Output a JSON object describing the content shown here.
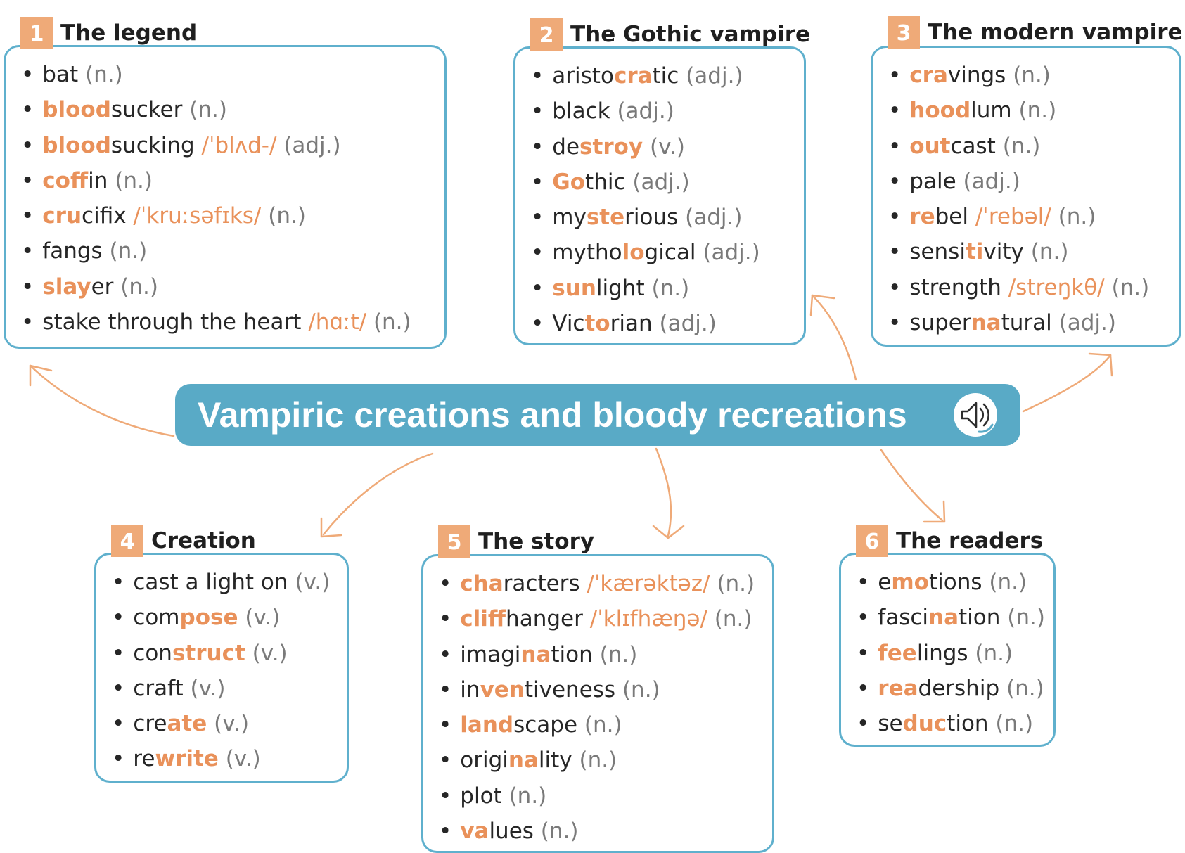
{
  "title": "Vampiric creations and bloody recreations",
  "audio_icon": "speaker-icon",
  "colors": {
    "accent_orange": "#e9915a",
    "badge_orange": "#efaa78",
    "box_border": "#5fb0cd",
    "banner_blue": "#59aac6"
  },
  "groups": [
    {
      "number": "1",
      "title": "The legend",
      "items": [
        {
          "parts": [
            {
              "t": "bat"
            }
          ],
          "pos": "(n.)"
        },
        {
          "parts": [
            {
              "t": "blood",
              "hl": true
            },
            {
              "t": "sucker"
            }
          ],
          "pos": "(n.)"
        },
        {
          "parts": [
            {
              "t": "blood",
              "hl": true
            },
            {
              "t": "sucking"
            }
          ],
          "ipa": "/ˈblʌd-/",
          "pos": "(adj.)"
        },
        {
          "parts": [
            {
              "t": "coff",
              "hl": true
            },
            {
              "t": "in"
            }
          ],
          "pos": "(n.)"
        },
        {
          "parts": [
            {
              "t": "cru",
              "hl": true
            },
            {
              "t": "cifix"
            }
          ],
          "ipa": "/ˈkruːsəfɪks/",
          "pos": "(n.)"
        },
        {
          "parts": [
            {
              "t": "fangs"
            }
          ],
          "pos": "(n.)"
        },
        {
          "parts": [
            {
              "t": "slay",
              "hl": true
            },
            {
              "t": "er"
            }
          ],
          "pos": "(n.)"
        },
        {
          "parts": [
            {
              "t": "stake through the heart"
            }
          ],
          "ipa": "/hɑːt/",
          "pos": "(n.)"
        }
      ]
    },
    {
      "number": "2",
      "title": "The Gothic vampire",
      "items": [
        {
          "parts": [
            {
              "t": "aristo"
            },
            {
              "t": "cra",
              "hl": true
            },
            {
              "t": "tic"
            }
          ],
          "pos": "(adj.)"
        },
        {
          "parts": [
            {
              "t": "black"
            }
          ],
          "pos": "(adj.)"
        },
        {
          "parts": [
            {
              "t": "de"
            },
            {
              "t": "stroy",
              "hl": true
            }
          ],
          "pos": "(v.)"
        },
        {
          "parts": [
            {
              "t": "Go",
              "hl": true
            },
            {
              "t": "thic"
            }
          ],
          "pos": "(adj.)"
        },
        {
          "parts": [
            {
              "t": "my"
            },
            {
              "t": "ste",
              "hl": true
            },
            {
              "t": "rious"
            }
          ],
          "pos": "(adj.)"
        },
        {
          "parts": [
            {
              "t": "mytho"
            },
            {
              "t": "lo",
              "hl": true
            },
            {
              "t": "gical"
            }
          ],
          "pos": "(adj.)"
        },
        {
          "parts": [
            {
              "t": "sun",
              "hl": true
            },
            {
              "t": "light"
            }
          ],
          "pos": "(n.)"
        },
        {
          "parts": [
            {
              "t": "Vic"
            },
            {
              "t": "to",
              "hl": true
            },
            {
              "t": "rian"
            }
          ],
          "pos": "(adj.)"
        }
      ]
    },
    {
      "number": "3",
      "title": "The modern vampire",
      "items": [
        {
          "parts": [
            {
              "t": "cra",
              "hl": true
            },
            {
              "t": "vings"
            }
          ],
          "pos": "(n.)"
        },
        {
          "parts": [
            {
              "t": "hood",
              "hl": true
            },
            {
              "t": "lum"
            }
          ],
          "pos": "(n.)"
        },
        {
          "parts": [
            {
              "t": "out",
              "hl": true
            },
            {
              "t": "cast"
            }
          ],
          "pos": "(n.)"
        },
        {
          "parts": [
            {
              "t": "pale"
            }
          ],
          "pos": "(adj.)"
        },
        {
          "parts": [
            {
              "t": "re",
              "hl": true
            },
            {
              "t": "bel"
            }
          ],
          "ipa": "/ˈrebəl/",
          "pos": "(n.)"
        },
        {
          "parts": [
            {
              "t": "sensi"
            },
            {
              "t": "ti",
              "hl": true
            },
            {
              "t": "vity"
            }
          ],
          "pos": "(n.)"
        },
        {
          "parts": [
            {
              "t": "strength"
            }
          ],
          "ipa": "/streŋkθ/",
          "pos": "(n.)"
        },
        {
          "parts": [
            {
              "t": "super"
            },
            {
              "t": "na",
              "hl": true
            },
            {
              "t": "tural"
            }
          ],
          "pos": "(adj.)"
        }
      ]
    },
    {
      "number": "4",
      "title": "Creation",
      "items": [
        {
          "parts": [
            {
              "t": "cast a light on"
            }
          ],
          "pos": "(v.)"
        },
        {
          "parts": [
            {
              "t": "com"
            },
            {
              "t": "pose",
              "hl": true
            }
          ],
          "pos": "(v.)"
        },
        {
          "parts": [
            {
              "t": "con"
            },
            {
              "t": "struct",
              "hl": true
            }
          ],
          "pos": "(v.)"
        },
        {
          "parts": [
            {
              "t": "craft"
            }
          ],
          "pos": "(v.)"
        },
        {
          "parts": [
            {
              "t": "cre"
            },
            {
              "t": "ate",
              "hl": true
            }
          ],
          "pos": "(v.)"
        },
        {
          "parts": [
            {
              "t": "re"
            },
            {
              "t": "write",
              "hl": true
            }
          ],
          "pos": "(v.)"
        }
      ]
    },
    {
      "number": "5",
      "title": "The story",
      "items": [
        {
          "parts": [
            {
              "t": "cha",
              "hl": true
            },
            {
              "t": "racters"
            }
          ],
          "ipa": "/ˈkærəktəz/",
          "pos": "(n.)"
        },
        {
          "parts": [
            {
              "t": "cliff",
              "hl": true
            },
            {
              "t": "hanger"
            }
          ],
          "ipa": "/ˈklɪfhæŋə/",
          "pos": "(n.)"
        },
        {
          "parts": [
            {
              "t": "imagi"
            },
            {
              "t": "na",
              "hl": true
            },
            {
              "t": "tion"
            }
          ],
          "pos": "(n.)"
        },
        {
          "parts": [
            {
              "t": "in"
            },
            {
              "t": "ven",
              "hl": true
            },
            {
              "t": "tiveness"
            }
          ],
          "pos": "(n.)"
        },
        {
          "parts": [
            {
              "t": "land",
              "hl": true
            },
            {
              "t": "scape"
            }
          ],
          "pos": "(n.)"
        },
        {
          "parts": [
            {
              "t": "origi"
            },
            {
              "t": "na",
              "hl": true
            },
            {
              "t": "lity"
            }
          ],
          "pos": "(n.)"
        },
        {
          "parts": [
            {
              "t": "plot"
            }
          ],
          "pos": "(n.)"
        },
        {
          "parts": [
            {
              "t": "va",
              "hl": true
            },
            {
              "t": "lues"
            }
          ],
          "pos": "(n.)"
        }
      ]
    },
    {
      "number": "6",
      "title": "The readers",
      "items": [
        {
          "parts": [
            {
              "t": "e"
            },
            {
              "t": "mo",
              "hl": true
            },
            {
              "t": "tions"
            }
          ],
          "pos": "(n.)"
        },
        {
          "parts": [
            {
              "t": "fasci"
            },
            {
              "t": "na",
              "hl": true
            },
            {
              "t": "tion"
            }
          ],
          "pos": "(n.)"
        },
        {
          "parts": [
            {
              "t": "fee",
              "hl": true
            },
            {
              "t": "lings"
            }
          ],
          "pos": "(n.)"
        },
        {
          "parts": [
            {
              "t": "rea",
              "hl": true
            },
            {
              "t": "dership"
            }
          ],
          "pos": "(n.)"
        },
        {
          "parts": [
            {
              "t": "se"
            },
            {
              "t": "duc",
              "hl": true
            },
            {
              "t": "tion"
            }
          ],
          "pos": "(n.)"
        }
      ]
    }
  ]
}
